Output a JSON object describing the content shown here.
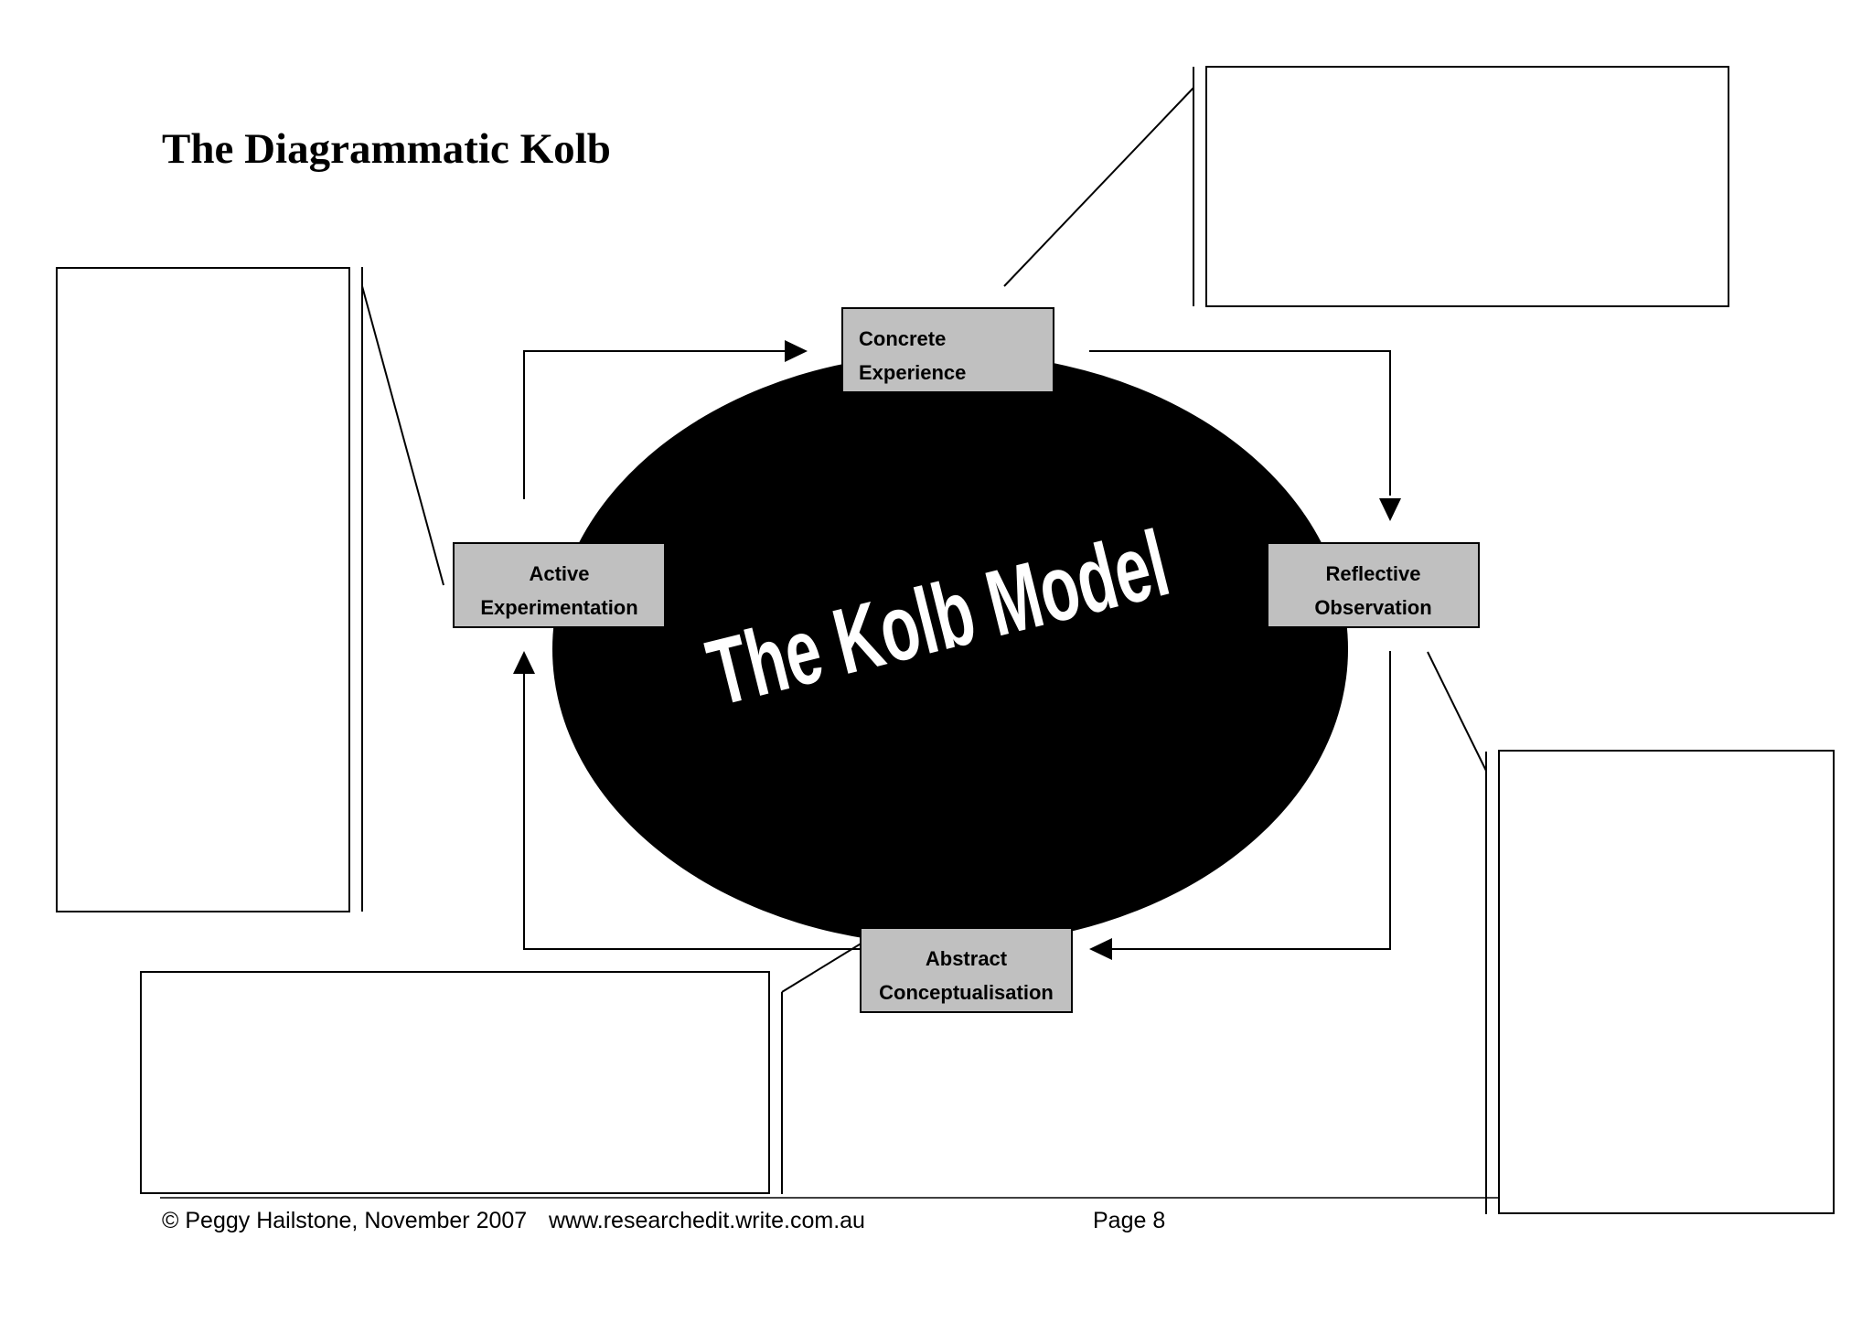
{
  "page": {
    "title": "The Diagrammatic Kolb"
  },
  "diagram": {
    "center_label": "The Kolb Model",
    "stages": {
      "concrete": {
        "line1": "Concrete",
        "line2": "Experience"
      },
      "reflective": {
        "line1": "Reflective",
        "line2": "Observation"
      },
      "abstract": {
        "line1": "Abstract",
        "line2": "Conceptualisation"
      },
      "active": {
        "line1": "Active",
        "line2": "Experimentation"
      }
    },
    "colors": {
      "ellipse": "#000000",
      "stage_fill": "#c0c0c0",
      "center_text": "#ffffff"
    }
  },
  "footer": {
    "copyright": "© Peggy Hailstone, November 2007",
    "website": "www.researchedit.write.com.au",
    "page": "Page 8"
  }
}
